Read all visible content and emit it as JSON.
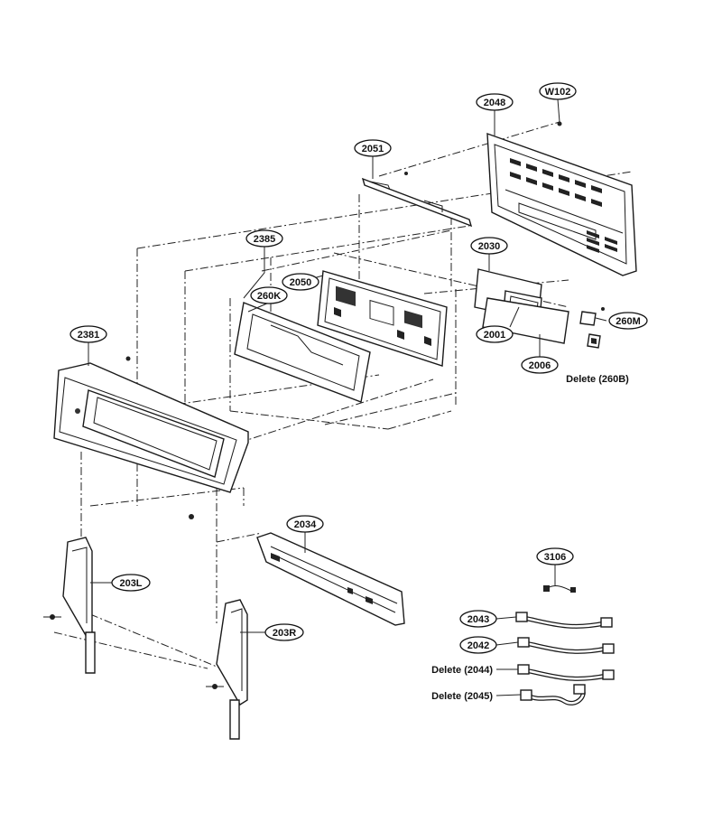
{
  "labels": {
    "w102": "W102",
    "p2048": "2048",
    "p2051": "2051",
    "p2030": "2030",
    "p2385": "2385",
    "p2050": "2050",
    "p260k": "260K",
    "p260m": "260M",
    "p2001": "2001",
    "p2006": "2006",
    "delete_260b": "Delete (260B)",
    "p2381": "2381",
    "p2034": "2034",
    "p3106": "3106",
    "p203l": "203L",
    "p203r": "203R",
    "p2043": "2043",
    "p2042": "2042",
    "delete_2044": "Delete (2044)",
    "delete_2045": "Delete (2045)"
  }
}
